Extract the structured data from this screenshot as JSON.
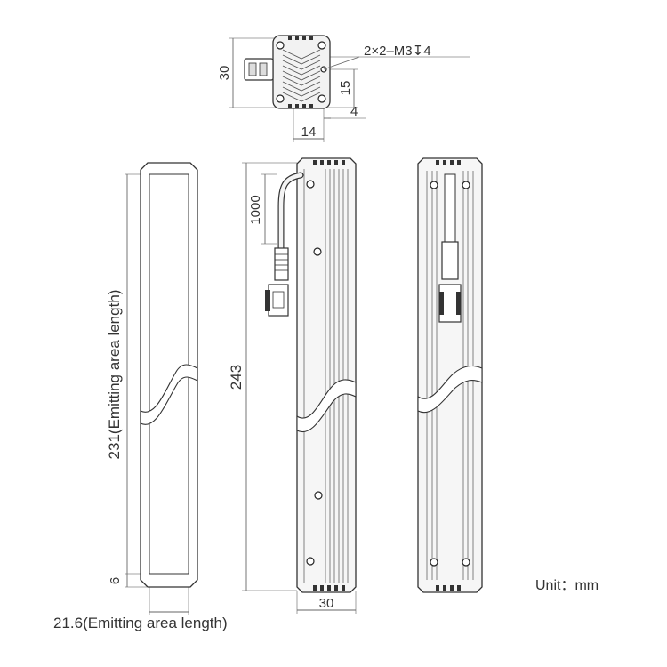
{
  "top_view": {
    "thread_callout": "2×2–M3↧4",
    "dim_height": "30",
    "dim_hole_offset": "15",
    "dim_edge": "4",
    "dim_width": "14"
  },
  "front_view": {
    "dim_length": "231(Emitting area length)",
    "dim_bottom": "6",
    "dim_width": "21.6(Emitting area length)"
  },
  "side_view": {
    "dim_total_length": "243",
    "dim_cable": "1000",
    "dim_width": "30"
  },
  "unit_label": "Unit：mm",
  "colors": {
    "line": "#333333",
    "dim": "#666666",
    "fill": "#f4f4f4",
    "dark": "#222222"
  }
}
